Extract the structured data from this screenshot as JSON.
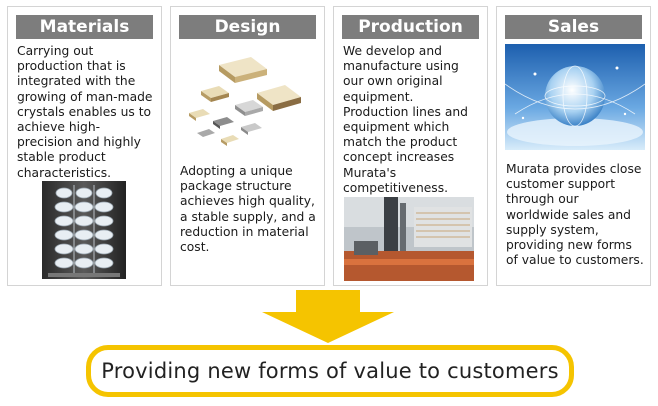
{
  "panels": [
    {
      "title": "Materials",
      "text": "Carrying out production that is integrated with the growing of man-made crystals enables us to achieve high-precision and highly stable product characteristics."
    },
    {
      "title": "Design",
      "text": "Adopting a unique package structure achieves high quality, a stable supply, and a reduction in material cost."
    },
    {
      "title": "Production",
      "text": "We develop and manufacture using our own original equipment. Production lines and equipment which match the product concept increases Murata's competitiveness."
    },
    {
      "title": "Sales",
      "text": "Murata provides close customer support through our worldwide sales and supply system, providing new forms of value to customers."
    }
  ],
  "result": "Providing new forms of value to customers",
  "colors": {
    "header": "#7d7d7d",
    "arrow": "#f5c400",
    "outline": "#f5c400"
  }
}
